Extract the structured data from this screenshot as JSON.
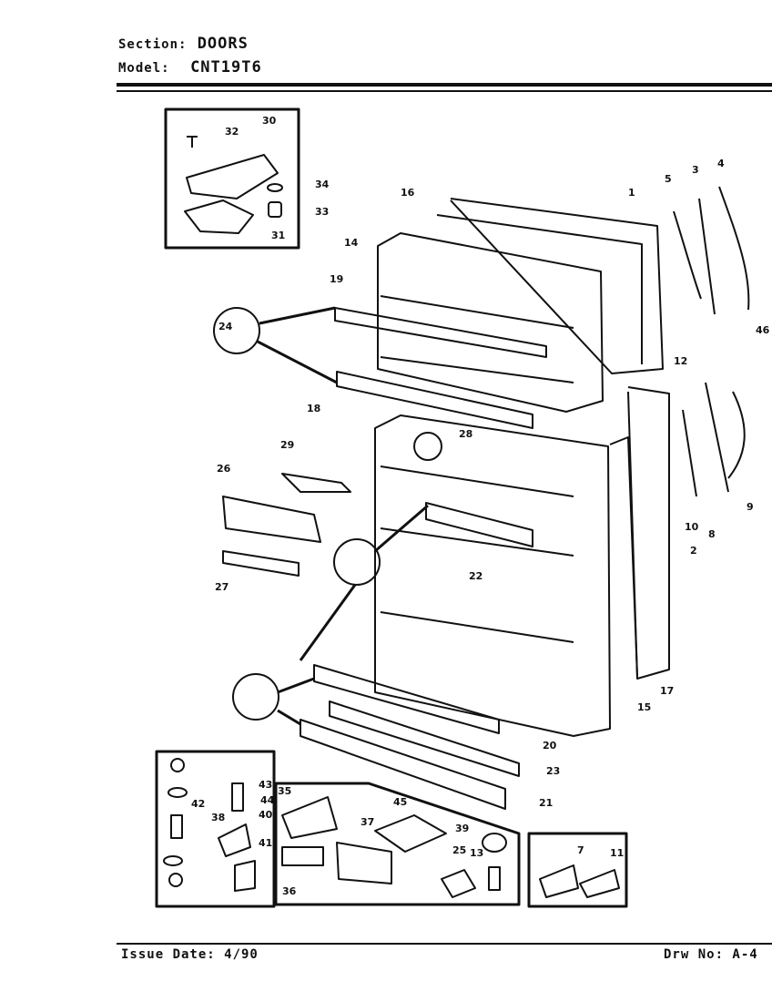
{
  "header": {
    "section_key": "Section:",
    "section_value": "DOORS",
    "model_key": "Model:",
    "model_value": "CNT19T6"
  },
  "footer": {
    "issue_date": "Issue Date: 4/90",
    "drawing_no": "Drw No: A-4"
  },
  "part_numbers": [
    "1",
    "2",
    "3",
    "4",
    "5",
    "8",
    "9",
    "10",
    "12",
    "14",
    "15",
    "16",
    "17",
    "18",
    "19",
    "20",
    "21",
    "22",
    "23",
    "24",
    "25",
    "26",
    "27",
    "28",
    "29",
    "30",
    "31",
    "32",
    "33",
    "34",
    "35",
    "36",
    "37",
    "38",
    "39",
    "40",
    "41",
    "42",
    "43",
    "44",
    "45",
    "46",
    "7",
    "11",
    "13"
  ]
}
